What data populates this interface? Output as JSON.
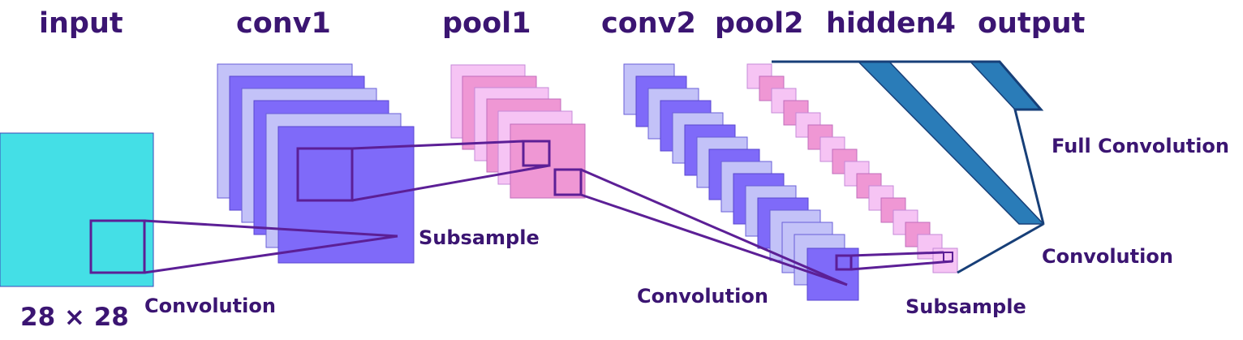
{
  "titles": {
    "input": "input",
    "conv1": "conv1",
    "pool1": "pool1",
    "conv2": "conv2",
    "pool2": "pool2",
    "hidden4": "hidden4",
    "output": "output"
  },
  "input_size": "28 × 28",
  "annotations": {
    "convolution_input": "Convolution",
    "subsample_conv1": "Subsample",
    "convolution_pool1": "Convolution",
    "subsample_conv2": "Subsample",
    "convolution_pool2": "Convolution",
    "full_convolution": "Full Convolution"
  },
  "colors": {
    "input_fill": "#44dfe6",
    "conv_light": "#c3c2f8",
    "conv_dark": "#7f6af9",
    "pool_light": "#f6c4f4",
    "pool_dark": "#ef97d4",
    "connector": "#5c1f96",
    "output_line": "#173f78",
    "output_band": "#2a7cb8",
    "text": "#3b1572"
  }
}
